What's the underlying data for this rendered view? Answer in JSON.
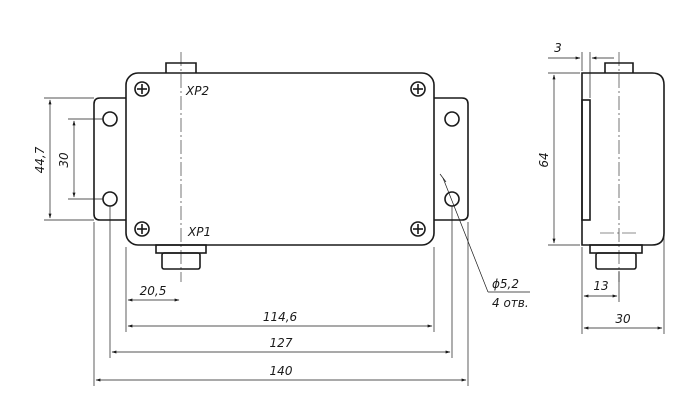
{
  "labels": {
    "connector_top": "XP2",
    "connector_bottom": "XP1",
    "hole_diameter": "ϕ5,2",
    "hole_count": "4 отв."
  },
  "dimensions": {
    "height_outer": "44,7",
    "height_inner": "30",
    "offset_xp1": "20,5",
    "width_body": "114,6",
    "width_holes": "127",
    "width_total": "140",
    "side_lip": "3",
    "side_height": "64",
    "side_connector": "13",
    "side_depth": "30"
  }
}
